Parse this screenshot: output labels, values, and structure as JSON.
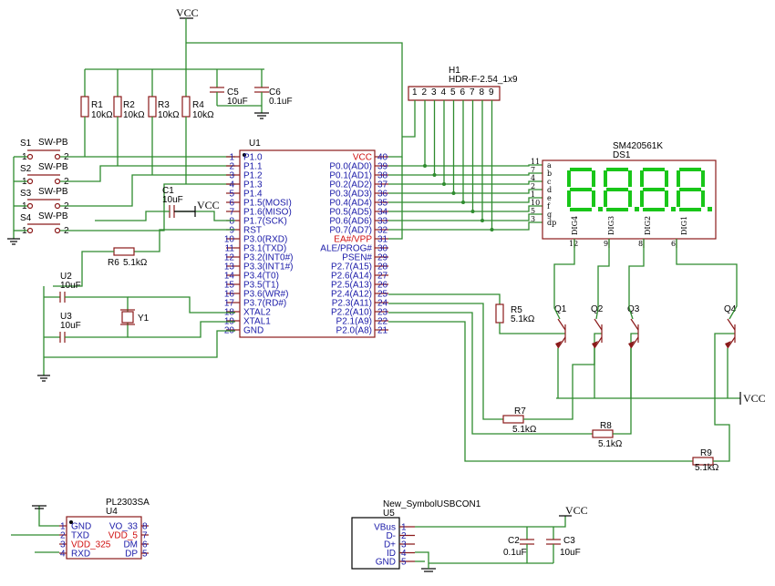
{
  "mcu": {
    "ref": "U1",
    "left_pins": [
      {
        "num": "1",
        "name": "P1.0"
      },
      {
        "num": "2",
        "name": "P1.1"
      },
      {
        "num": "3",
        "name": "P1.2"
      },
      {
        "num": "4",
        "name": "P1.3"
      },
      {
        "num": "5",
        "name": "P1.4"
      },
      {
        "num": "6",
        "name": "P1.5(MOSI)"
      },
      {
        "num": "7",
        "name": "P1.6(MISO)"
      },
      {
        "num": "8",
        "name": "P1.7(SCK)"
      },
      {
        "num": "9",
        "name": "RST"
      },
      {
        "num": "10",
        "name": "P3.0(RXD)"
      },
      {
        "num": "11",
        "name": "P3.1(TXD)"
      },
      {
        "num": "12",
        "name": "P3.2(INT0#)"
      },
      {
        "num": "13",
        "name": "P3.3(INT1#)"
      },
      {
        "num": "14",
        "name": "P3.4(T0)"
      },
      {
        "num": "15",
        "name": "P3.5(T1)"
      },
      {
        "num": "16",
        "name": "P3.6(WR#)"
      },
      {
        "num": "17",
        "name": "P3.7(RD#)"
      },
      {
        "num": "18",
        "name": "XTAL2"
      },
      {
        "num": "19",
        "name": "XTAL1"
      },
      {
        "num": "20",
        "name": "GND"
      }
    ],
    "right_pins": [
      {
        "num": "40",
        "name": "VCC",
        "red": true
      },
      {
        "num": "39",
        "name": "P0.0(AD0)"
      },
      {
        "num": "38",
        "name": "P0.1(AD1)"
      },
      {
        "num": "37",
        "name": "P0.2(AD2)"
      },
      {
        "num": "36",
        "name": "P0.3(AD3)"
      },
      {
        "num": "35",
        "name": "P0.4(AD4)"
      },
      {
        "num": "34",
        "name": "P0.5(AD5)"
      },
      {
        "num": "33",
        "name": "P0.6(AD6)"
      },
      {
        "num": "32",
        "name": "P0.7(AD7)"
      },
      {
        "num": "31",
        "name": "EA#/VPP",
        "red": true
      },
      {
        "num": "30",
        "name": "ALE/PROG#"
      },
      {
        "num": "29",
        "name": "PSEN#"
      },
      {
        "num": "28",
        "name": "P2.7(A15)"
      },
      {
        "num": "27",
        "name": "P2.6(A14)"
      },
      {
        "num": "26",
        "name": "P2.5(A13)"
      },
      {
        "num": "25",
        "name": "P2.4(A12)"
      },
      {
        "num": "24",
        "name": "P2.3(A11)"
      },
      {
        "num": "23",
        "name": "P2.2(A10)"
      },
      {
        "num": "22",
        "name": "P2.1(A9)"
      },
      {
        "num": "21",
        "name": "P2.0(A8)"
      }
    ]
  },
  "power": {
    "vcc_top": "VCC",
    "vcc_c1": "VCC",
    "vcc_q": "VCC",
    "vcc_usb": "VCC"
  },
  "resistors": {
    "r1": {
      "ref": "R1",
      "val": "10kΩ"
    },
    "r2": {
      "ref": "R2",
      "val": "10kΩ"
    },
    "r3": {
      "ref": "R3",
      "val": "10kΩ"
    },
    "r4": {
      "ref": "R4",
      "val": "10kΩ"
    },
    "r5": {
      "ref": "R5",
      "val": "5.1kΩ"
    },
    "r6": {
      "ref": "R6",
      "val": "5.1kΩ"
    },
    "r7": {
      "ref": "R7",
      "val": "5.1kΩ"
    },
    "r8": {
      "ref": "R8",
      "val": "5.1kΩ"
    },
    "r9": {
      "ref": "R9",
      "val": "5.1kΩ"
    }
  },
  "capacitors": {
    "c5": {
      "ref": "C5",
      "val": "10uF"
    },
    "c6": {
      "ref": "C6",
      "val": "0.1uF"
    },
    "c1": {
      "ref": "C1",
      "val": "10uF"
    },
    "u2": {
      "ref": "U2",
      "val": "10uF"
    },
    "u3": {
      "ref": "U3",
      "val": "10uF"
    },
    "c2": {
      "ref": "C2",
      "val": "0.1uF"
    },
    "c3": {
      "ref": "C3",
      "val": "10uF"
    }
  },
  "crystal": {
    "ref": "Y1"
  },
  "switches": [
    {
      "ref": "S1",
      "val": "SW-PB",
      "a": "1",
      "b": "2"
    },
    {
      "ref": "S2",
      "val": "SW-PB",
      "a": "1",
      "b": "2"
    },
    {
      "ref": "S3",
      "val": "SW-PB",
      "a": "1",
      "b": "2"
    },
    {
      "ref": "S4",
      "val": "SW-PB",
      "a": "1",
      "b": "2"
    }
  ],
  "header": {
    "ref": "H1",
    "val": "HDR-F-2.54_1x9",
    "pins": [
      "1",
      "2",
      "3",
      "4",
      "5",
      "6",
      "7",
      "8",
      "9"
    ]
  },
  "display": {
    "part": "SM420561K",
    "ref": "DS1",
    "seg_labels": [
      "a",
      "b",
      "c",
      "d",
      "e",
      "f",
      "g",
      "dp"
    ],
    "seg_pins": [
      "11",
      "7",
      "4",
      "2",
      "1",
      "10",
      "5",
      "3"
    ],
    "digits": [
      "DIG4",
      "DIG3",
      "DIG2",
      "DIG1"
    ],
    "digit_pins": [
      "12",
      "9",
      "8",
      "6"
    ],
    "color": "#19c619"
  },
  "transistors": [
    "Q1",
    "Q2",
    "Q3",
    "Q4"
  ],
  "pl2303": {
    "name": "PL2303SA",
    "ref": "U4",
    "left": [
      {
        "num": "1",
        "name": "GND"
      },
      {
        "num": "2",
        "name": "TXD"
      },
      {
        "num": "3",
        "name": "VDD_325",
        "red": true
      },
      {
        "num": "4",
        "name": "RXD"
      }
    ],
    "right": [
      {
        "num": "8",
        "name": "VO_33"
      },
      {
        "num": "7",
        "name": "VDD_5",
        "red": true
      },
      {
        "num": "6",
        "name": "DM"
      },
      {
        "num": "5",
        "name": "DP"
      }
    ]
  },
  "usb": {
    "name": "New_SymbolUSBCON1",
    "ref": "U5",
    "pins": [
      {
        "num": "1",
        "name": "VBus"
      },
      {
        "num": "2",
        "name": "D-"
      },
      {
        "num": "3",
        "name": "D+"
      },
      {
        "num": "4",
        "name": "ID"
      },
      {
        "num": "5",
        "name": "GND"
      }
    ]
  }
}
